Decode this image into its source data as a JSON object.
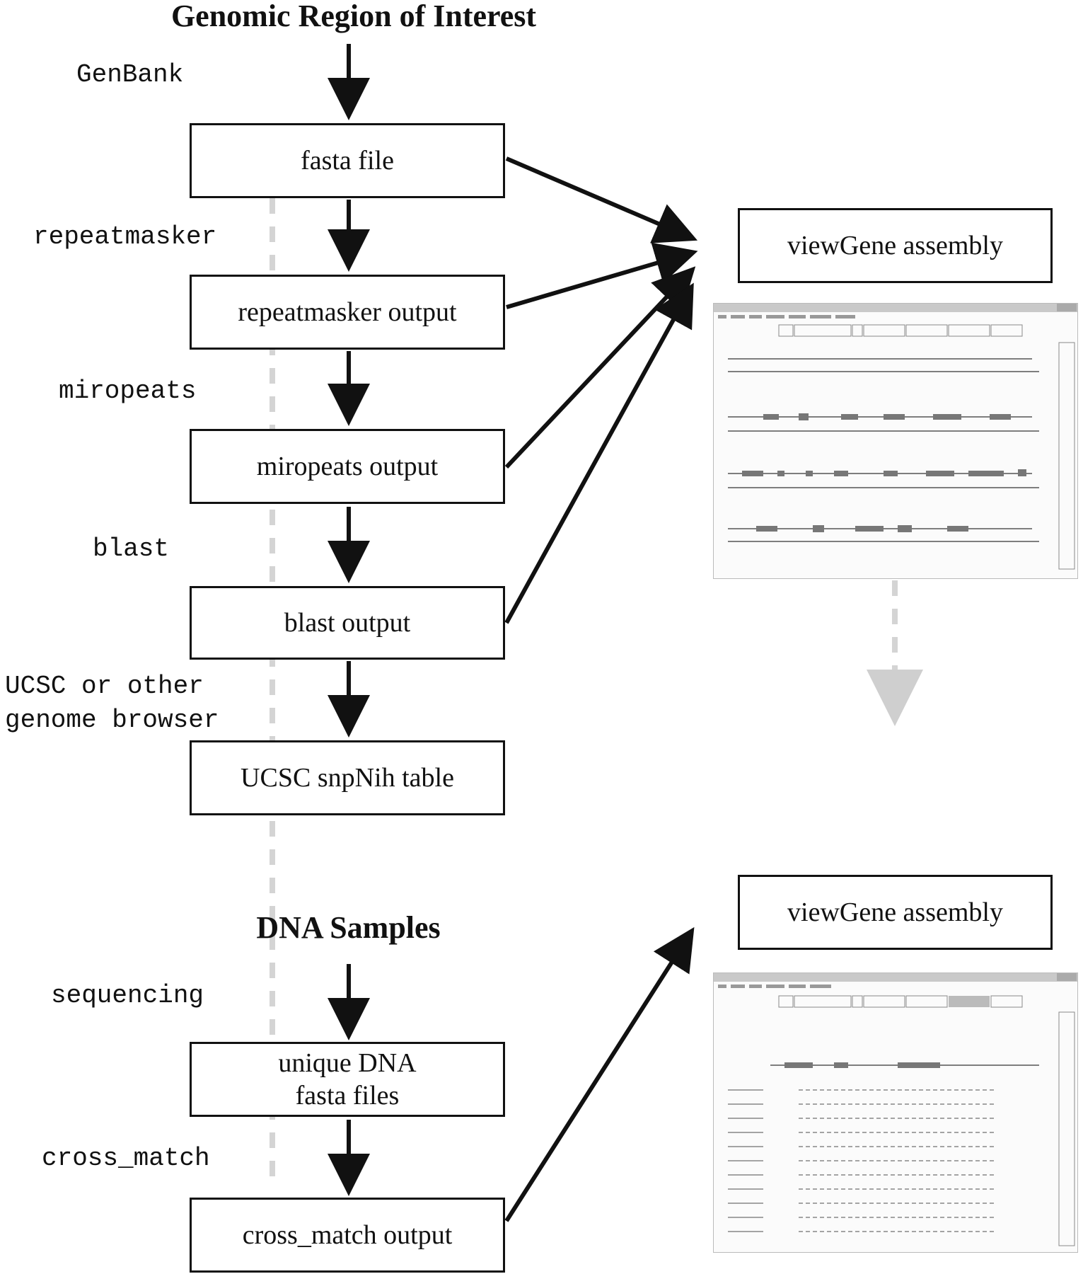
{
  "title": "Genomic  Region of Interest",
  "steps": {
    "genbank": "GenBank",
    "repeatmasker": "repeatmasker",
    "miropeats": "miropeats",
    "blast": "blast",
    "ucsc": "UCSC or other\ngenome browser",
    "sequencing": "sequencing",
    "cross_match": "cross_match"
  },
  "boxes": {
    "fasta_file": "fasta file",
    "repeatmasker_output": "repeatmasker output",
    "miropeats_output": "miropeats output",
    "blast_output": "blast output",
    "ucsc_table": "UCSC snpNih table",
    "unique_dna": "unique DNA\nfasta files",
    "cross_match_output": "cross_match output",
    "viewgene_top": "viewGene assembly",
    "viewgene_bottom": "viewGene assembly"
  },
  "dna_samples": "DNA Samples"
}
